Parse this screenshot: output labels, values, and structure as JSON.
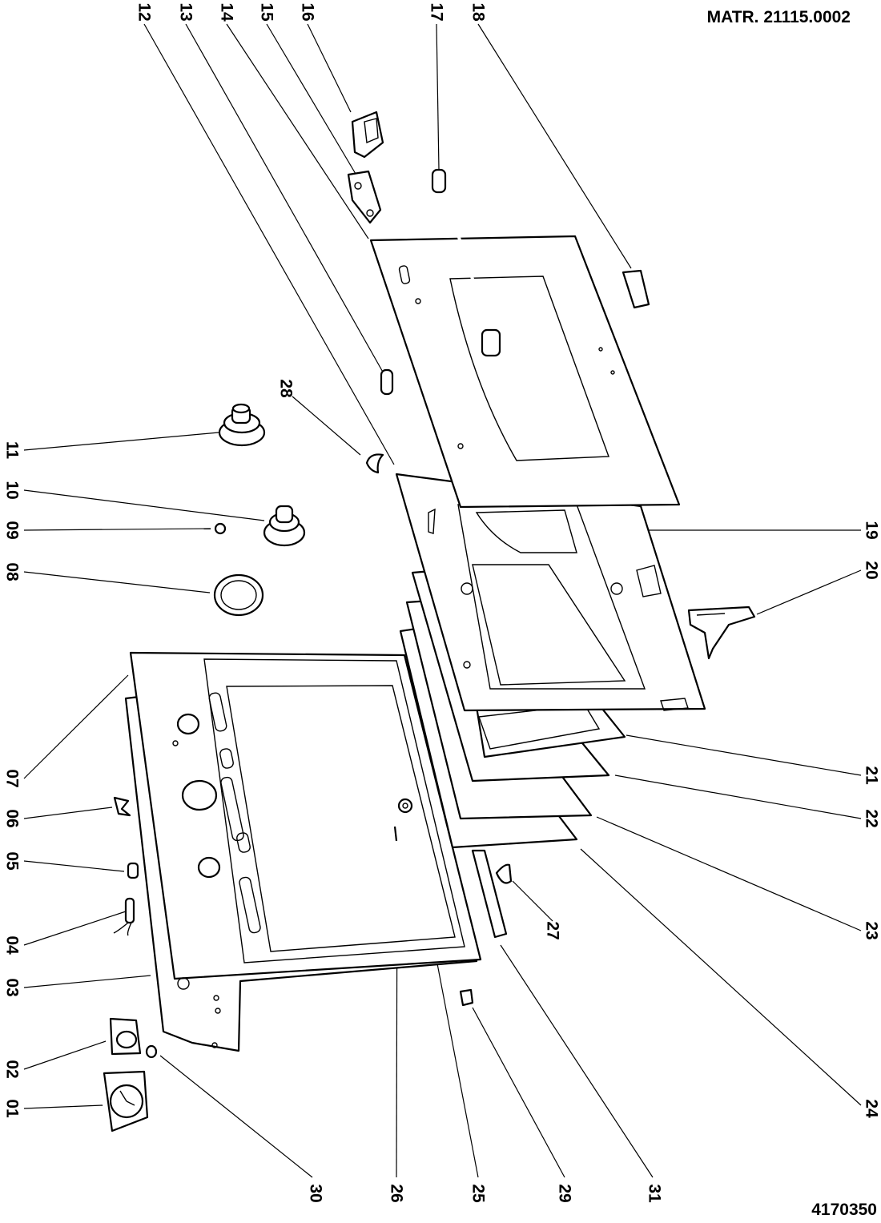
{
  "matr": "MATR. 21115.0002",
  "doc_number": "4170350",
  "parts": [
    {
      "id": "12",
      "label": "12"
    },
    {
      "id": "13",
      "label": "13"
    },
    {
      "id": "14",
      "label": "14"
    },
    {
      "id": "15",
      "label": "15"
    },
    {
      "id": "16",
      "label": "16"
    },
    {
      "id": "17",
      "label": "17"
    },
    {
      "id": "18",
      "label": "18"
    },
    {
      "id": "11",
      "label": "11"
    },
    {
      "id": "10",
      "label": "10"
    },
    {
      "id": "09",
      "label": "09"
    },
    {
      "id": "08",
      "label": "08"
    },
    {
      "id": "07",
      "label": "07"
    },
    {
      "id": "06",
      "label": "06"
    },
    {
      "id": "05",
      "label": "05"
    },
    {
      "id": "04",
      "label": "04"
    },
    {
      "id": "03",
      "label": "03"
    },
    {
      "id": "02",
      "label": "02"
    },
    {
      "id": "01",
      "label": "01"
    },
    {
      "id": "28",
      "label": "28"
    },
    {
      "id": "19",
      "label": "19"
    },
    {
      "id": "20",
      "label": "20"
    },
    {
      "id": "21",
      "label": "21"
    },
    {
      "id": "22",
      "label": "22"
    },
    {
      "id": "23",
      "label": "23"
    },
    {
      "id": "24",
      "label": "24"
    },
    {
      "id": "27",
      "label": "27"
    },
    {
      "id": "30",
      "label": "30"
    },
    {
      "id": "26",
      "label": "26"
    },
    {
      "id": "25",
      "label": "25"
    },
    {
      "id": "29",
      "label": "29"
    },
    {
      "id": "31",
      "label": "31"
    }
  ]
}
